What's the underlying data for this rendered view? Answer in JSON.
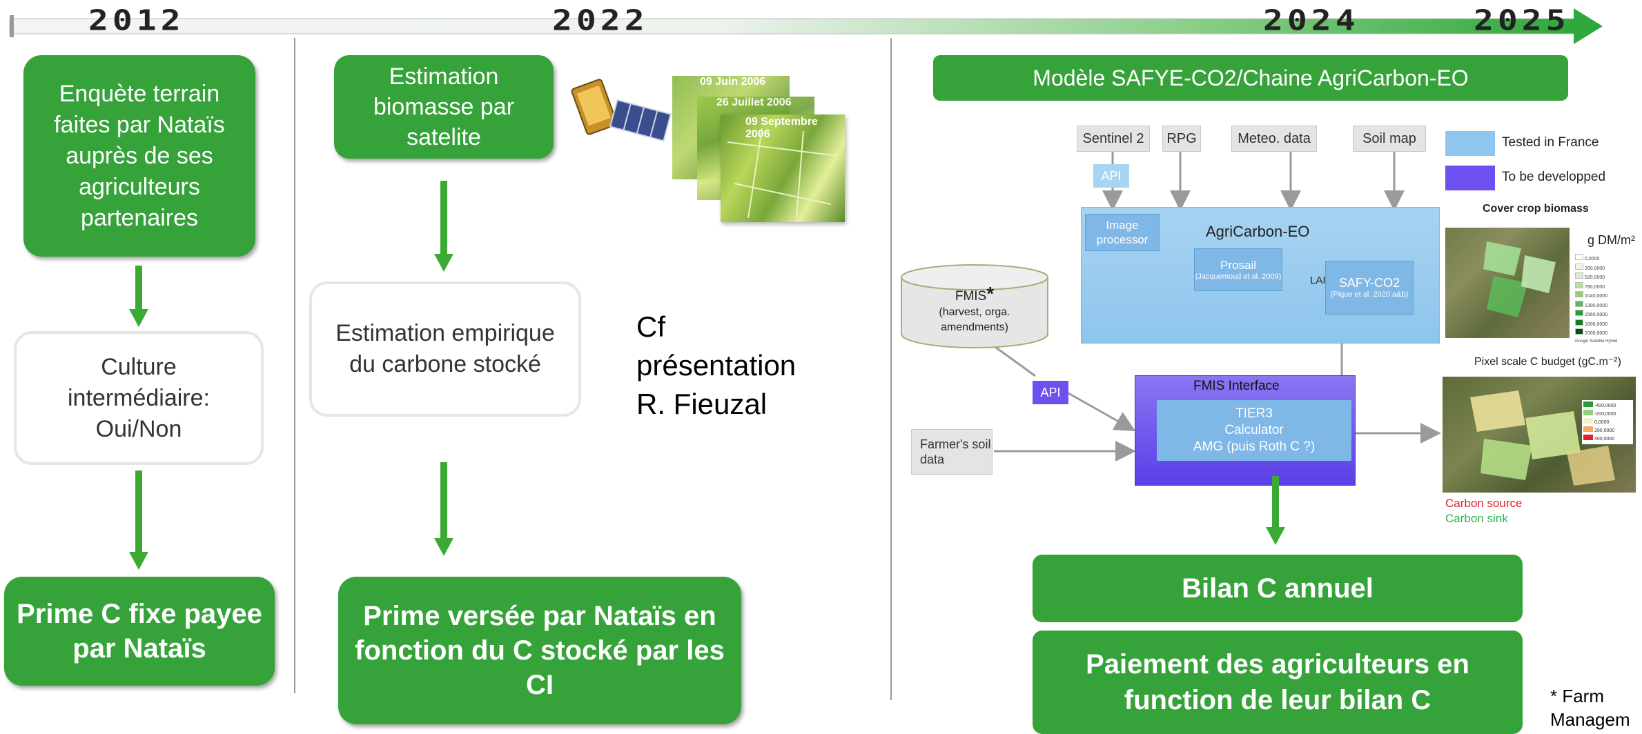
{
  "timeline": {
    "years": [
      "2012",
      "2022",
      "2024",
      "2025"
    ]
  },
  "col1": {
    "box1": "Enquète terrain faites par Nataïs auprès de ses agriculteurs partenaires",
    "box2": "Culture intermédiaire: Oui/Non",
    "box3": "Prime C fixe payee par Nataïs"
  },
  "col2": {
    "box1": "Estimation biomasse par satelite",
    "sat_labels": [
      "09 Juin 2006",
      "26 Juillet 2006",
      "09 Septembre 2006"
    ],
    "box2": "Estimation empirique du carbone stocké",
    "note_line1": "Cf",
    "note_line2": "présentation",
    "note_line3": "R. Fieuzal",
    "box3": "Prime versée par Nataïs en fonction du C stocké par les CI"
  },
  "col3": {
    "header": "Modèle SAFYE-CO2/Chaine AgriCarbon-EO",
    "diagram": {
      "sentinel": "Sentinel 2",
      "rpg": "RPG",
      "meteo": "Meteo. data",
      "soil": "Soil map",
      "api_top": "API",
      "agricarbon": "AgriCarbon-EO",
      "image_processor": "Image processor",
      "prosail": "Prosail",
      "prosail_ref": "(Jacquemoud et al. 2009)",
      "lai": "LAI",
      "safy": "SAFY-CO2",
      "safy_ref": "(Pique et al. 2020 a&b)",
      "fmis_title": "FMIS",
      "fmis_star": "*",
      "fmis_sub": "(harvest, orga. amendments)",
      "api_fmis": "API",
      "fmis_interface": "FMIS Interface",
      "tier3_line1": "TIER3",
      "tier3_line2": "Calculator",
      "tier3_line3": "AMG (puis Roth C ?)",
      "farmer_soil": "Farmer's soil data",
      "legend_tested": "Tested in France",
      "legend_todo": "To be developped",
      "cover_crop": "Cover crop biomass",
      "unit": "g DM/m²",
      "biomass_legend": [
        "0,0000",
        "260,0000",
        "520,0000",
        "780,0000",
        "1040,0000",
        "1300,0000",
        "1560,0000",
        "1800,0000",
        "2000,0000"
      ],
      "satellite_hybrid": "Google Satellite Hybrid",
      "pixel_budget": "Pixel scale C budget (gC.m⁻²)",
      "budget_legend": [
        "-400,0000",
        "-200,0000",
        "0,0000",
        "200,0000",
        "400,0000"
      ],
      "carbon_source": "Carbon source",
      "carbon_sink": "Carbon sink"
    },
    "box_bilan": "Bilan C annuel",
    "box_paiement": "Paiement des agriculteurs en function de leur bilan C",
    "footnote_line1": "* Farm",
    "footnote_line2": "Managem"
  },
  "colors": {
    "green": "#35a33a",
    "arrow_green": "#3aaa35",
    "light_blue": "#a9d4f1",
    "purple": "#6e50f0",
    "carbon_source": "#e0202a",
    "carbon_sink": "#2fb34a"
  }
}
